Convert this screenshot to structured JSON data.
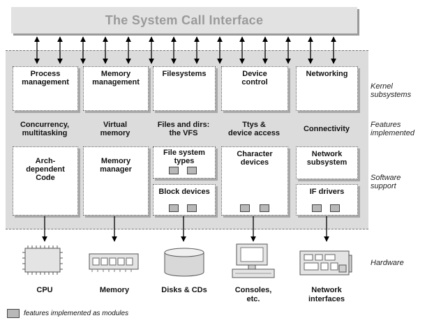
{
  "title": "The System Call Interface",
  "side_labels": {
    "kernel": "Kernel\nsubsystems",
    "features": "Features\nimplemented",
    "software": "Software\nsupport",
    "hardware": "Hardware"
  },
  "subsystems": [
    "Process\nmanagement",
    "Memory\nmanagement",
    "Filesystems",
    "Device\ncontrol",
    "Networking"
  ],
  "features": [
    "Concurrency,\nmultitasking",
    "Virtual\nmemory",
    "Files and dirs:\nthe VFS",
    "Ttys &\ndevice access",
    "Connectivity"
  ],
  "software": {
    "arch": "Arch-\ndependent\nCode",
    "memory_manager": "Memory\nmanager",
    "fs_types": "File system\ntypes",
    "block_devices": "Block devices",
    "char_devices": "Character\ndevices",
    "network_subsystem": "Network\nsubsystem",
    "if_drivers": "IF drivers"
  },
  "hardware": [
    "CPU",
    "Memory",
    "Disks & CDs",
    "Consoles,\netc.",
    "Network\ninterfaces"
  ],
  "legend": "features implemented as modules"
}
